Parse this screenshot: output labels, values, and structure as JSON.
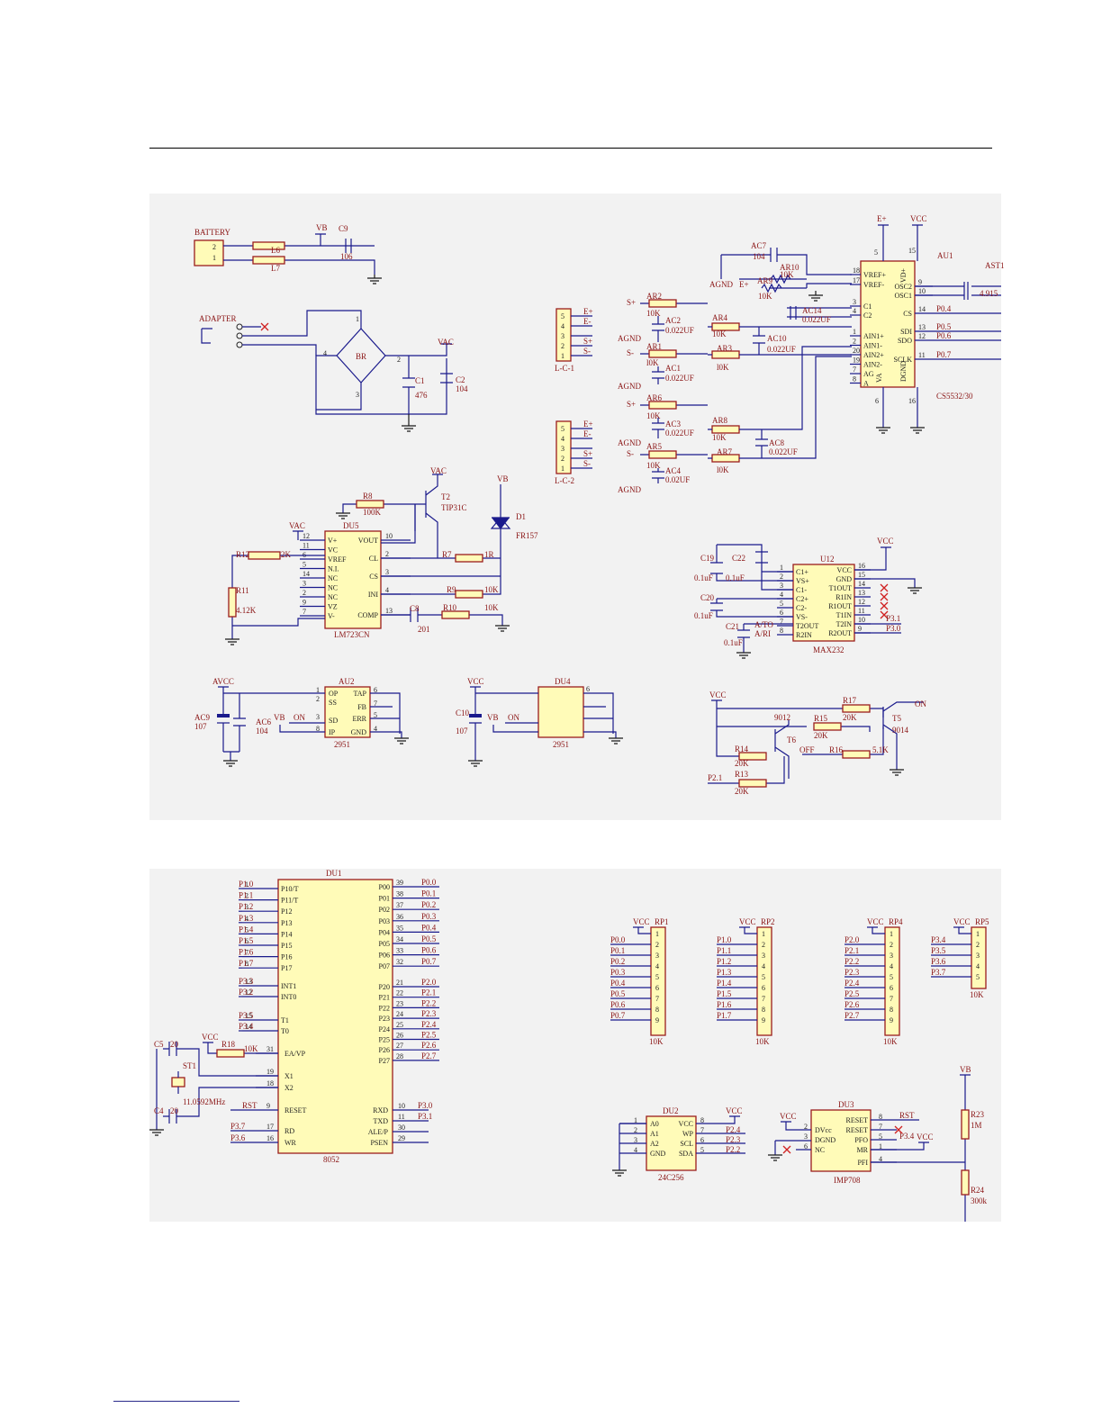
{
  "battery": {
    "ref": "BATTERY",
    "pins": [
      "2",
      "1"
    ],
    "l6": "L6",
    "l7": "L7",
    "c9": "C9",
    "c9v": "106",
    "vb": "VB"
  },
  "adapter": {
    "ref": "ADAPTER",
    "br": "BR",
    "c1": "C1",
    "c1v": "476",
    "c2": "C2",
    "c2v": "104",
    "vac": "VAC",
    "brpins": [
      "4",
      "2",
      "1",
      "3"
    ]
  },
  "au1": {
    "ref": "AU1",
    "part": "CS5532/30",
    "e": "E+",
    "vcc": "VCC",
    "left": [
      "VREF+",
      "VREF-",
      "C1",
      "C2",
      "AIN1+",
      "AIN1-",
      "AIN2+",
      "AIN2-",
      "AG",
      "A"
    ],
    "leftpins": [
      "18",
      "17",
      "3",
      "4",
      "1",
      "2",
      "20",
      "19",
      "7",
      "8"
    ],
    "right": [
      "OSC2",
      "OSC1",
      "CS",
      "SDI",
      "SDO",
      "SCLK"
    ],
    "rightpins": [
      "9",
      "10",
      "14",
      "13",
      "12",
      "11"
    ],
    "nets": [
      "P0.4",
      "P0.5",
      "P0.6",
      "P0.7"
    ],
    "top": [
      "5",
      "15"
    ],
    "bottom": [
      "6",
      "16"
    ],
    "topnames": [
      "VREF+",
      "VD+"
    ],
    "dgnd": "DGND",
    "va": "VA",
    "ast": "AST1",
    "astv": "4.915"
  },
  "ac": {
    "ac7": "AC7",
    "ac7v": "104",
    "ar10": "AR10",
    "ar10v": "10K",
    "ar9": "AR9",
    "ar9v": "10K",
    "ac14": "AC14",
    "ac14v": "0.022UF",
    "ar2": "AR2",
    "ar1": "AR1",
    "ar4": "AR4",
    "ar3": "AR3",
    "ar6": "AR6",
    "ar5": "AR5",
    "ar8": "AR8",
    "ar7": "AR7",
    "ac1": "AC1",
    "ac2": "AC2",
    "ac3": "AC3",
    "ac4": "AC4",
    "ac8": "AC8",
    "ac10": "AC10",
    "v10k": "10K",
    "vi0k": "l0K",
    "v022": "0.022UF",
    "v02": "0.02UF",
    "agnd": "AGND",
    "sp": "S+",
    "sm": "S-",
    "ep": "E+",
    "em": "E-"
  },
  "lc": {
    "lc1": "L-C-1",
    "lc2": "L-C-2",
    "pins": [
      "5",
      "4",
      "3",
      "2",
      "1"
    ]
  },
  "du5": {
    "ref": "DU5",
    "part": "LM723CN",
    "left": [
      "V+",
      "VC",
      "VREF",
      "N.I.",
      "NC",
      "NC",
      "NC",
      "VZ",
      "V-"
    ],
    "leftpins": [
      "12",
      "11",
      "6",
      "5",
      "14",
      "3",
      "2",
      "9",
      "7"
    ],
    "right": [
      "VOUT",
      "CL",
      "CS",
      "INI",
      "COMP"
    ],
    "rightpins": [
      "10",
      "2",
      "3",
      "4",
      "13"
    ],
    "r8": "R8",
    "r8v": "100K",
    "r12": "R12",
    "r12v": "2K",
    "r11": "R11",
    "r11v": "4.12K",
    "r7": "R7",
    "r7v": "1R",
    "r9": "R9",
    "r9v": "10K",
    "r10": "R10",
    "r10v": "10K",
    "c8": "C8",
    "c8v": "201",
    "t2": "T2",
    "t2v": "TIP31C",
    "d1": "D1",
    "d1v": "FR157",
    "vac": "VAC",
    "vb": "VB"
  },
  "u12": {
    "ref": "U12",
    "part": "MAX232",
    "left": [
      "C1+",
      "VS+",
      "C1-",
      "C2+",
      "C2-",
      "VS-",
      "T2OUT",
      "R2IN"
    ],
    "leftpins": [
      "1",
      "2",
      "3",
      "4",
      "5",
      "6",
      "7",
      "8"
    ],
    "right": [
      "VCC",
      "GND",
      "T1OUT",
      "R1IN",
      "R1OUT",
      "T1IN",
      "T2IN",
      "R2OUT"
    ],
    "rightpins": [
      "16",
      "15",
      "14",
      "13",
      "12",
      "11",
      "10",
      "9"
    ],
    "c19": "C19",
    "c22": "C22",
    "c20": "C20",
    "c21": "C21",
    "cv": "0.1uF",
    "ato": "A/TO",
    "ari": "A/RI",
    "p31": "P3.1",
    "p30": "P3.0",
    "vcc": "VCC"
  },
  "au2": {
    "ref": "AU2",
    "part": "2951",
    "avcc": "AVCC",
    "ac9": "AC9",
    "ac9v": "107",
    "ac6": "AC6",
    "ac6v": "104",
    "vb": "VB",
    "on": "ON",
    "left": [
      "OP",
      "SS",
      "SD",
      "IP"
    ],
    "leftpins": [
      "1",
      "2",
      "3",
      "8"
    ],
    "right": [
      "TAP",
      "FB",
      "ERR",
      "GND"
    ],
    "rightpins": [
      "6",
      "7",
      "5",
      "4"
    ]
  },
  "du4": {
    "ref": "DU4",
    "part": "2951",
    "vcc": "VCC",
    "c10": "C10",
    "c10v": "107",
    "vb": "VB",
    "on": "ON"
  },
  "sw": {
    "vcc": "VCC",
    "r17": "R17",
    "r17v": "20K",
    "on": "ON",
    "t5": "T5",
    "t5v": "9014",
    "t6": "T6",
    "t6v": "9012",
    "r15": "R15",
    "r15v": "20K",
    "r14": "R14",
    "r14v": "20K",
    "r13": "R13",
    "r13v": "20K",
    "r16": "R16",
    "r16v": "5.1K",
    "off": "OFF",
    "p21": "P2.1"
  },
  "du1": {
    "ref": "DU1",
    "part": "8052",
    "p1names": [
      "P10/T",
      "P11/T",
      "P12",
      "P13",
      "P14",
      "P15",
      "P16",
      "P17"
    ],
    "p1pins": [
      "1",
      "2",
      "3",
      "4",
      "5",
      "6",
      "7",
      "8"
    ],
    "p1nets": [
      "P1.0",
      "P1.1",
      "P1.2",
      "P1.3",
      "P1.4",
      "P1.5",
      "P1.6",
      "P1.7"
    ],
    "p3a": [
      "INT1",
      "INT0"
    ],
    "p3apins": [
      "13",
      "12"
    ],
    "p3anets": [
      "P3.3",
      "P3.2"
    ],
    "p3b": [
      "T1",
      "T0"
    ],
    "p3bpins": [
      "15",
      "14"
    ],
    "p3bnets": [
      "P3.5",
      "P3.4"
    ],
    "ea": "EA/VP",
    "eapin": "31",
    "x1": "X1",
    "x1pin": "19",
    "x2": "X2",
    "x2pin": "18",
    "reset": "RESET",
    "resetpin": "9",
    "rd": "RD",
    "rdpin": "17",
    "wr": "WR",
    "wrpin": "16",
    "p37": "P3.7",
    "p36": "P3.6",
    "rst": "RST",
    "p0names": [
      "P00",
      "P01",
      "P02",
      "P03",
      "P04",
      "P05",
      "P06",
      "P07"
    ],
    "p0pins": [
      "39",
      "38",
      "37",
      "36",
      "35",
      "34",
      "33",
      "32"
    ],
    "p0nets": [
      "P0.0",
      "P0.1",
      "P0.2",
      "P0.3",
      "P0.4",
      "P0.5",
      "P0.6",
      "P0.7"
    ],
    "p2names": [
      "P20",
      "P21",
      "P22",
      "P23",
      "P24",
      "P25",
      "P26",
      "P27"
    ],
    "p2pins": [
      "21",
      "22",
      "23",
      "24",
      "25",
      "26",
      "27",
      "28"
    ],
    "p2nets": [
      "P2.0",
      "P2.1",
      "P2.2",
      "P2.3",
      "P2.4",
      "P2.5",
      "P2.6",
      "P2.7"
    ],
    "rxd": "RXD",
    "txd": "TXD",
    "ale": "ALE/P",
    "psen": "PSEN",
    "rxdpin": "10",
    "txdpin": "11",
    "alepin": "30",
    "psenpin": "29",
    "p30": "P3.0",
    "p31": "P3.1",
    "c5": "C5",
    "c4": "C4",
    "c5pin": "20",
    "c4pin": "20",
    "st1": "ST1",
    "xtal": "11.0592MHz",
    "r18": "R18",
    "r18v": "10K",
    "vcc": "VCC"
  },
  "rp": {
    "rp1": "RP1",
    "rp2": "RP2",
    "rp3": "RP4",
    "rp5": "RP5",
    "vcc": "VCC",
    "val": "10K",
    "pins": [
      "1",
      "2",
      "3",
      "4",
      "5",
      "6",
      "7",
      "8",
      "9"
    ],
    "nets1": [
      "P0.0",
      "P0.1",
      "P0.2",
      "P0.3",
      "P0.4",
      "P0.5",
      "P0.6",
      "P0.7"
    ],
    "nets2": [
      "P1.0",
      "P1.1",
      "P1.2",
      "P1.3",
      "P1.4",
      "P1.5",
      "P1.6",
      "P1.7"
    ],
    "nets3": [
      "P2.0",
      "P2.1",
      "P2.2",
      "P2.3",
      "P2.4",
      "P2.5",
      "P2.6",
      "P2.7"
    ],
    "nets5": [
      "P3.4",
      "P3.5",
      "P3.6",
      "P3.7"
    ],
    "pins5": [
      "1",
      "2",
      "3",
      "4",
      "5"
    ]
  },
  "du2": {
    "ref": "DU2",
    "part": "24C256",
    "vcc": "VCC",
    "left": [
      "A0",
      "A1",
      "A2",
      "GND"
    ],
    "leftpins": [
      "1",
      "2",
      "3",
      "4"
    ],
    "right": [
      "VCC",
      "WP",
      "SCL",
      "SDA"
    ],
    "rightpins": [
      "8",
      "7",
      "6",
      "5"
    ],
    "nets": [
      "P2.4",
      "P2.3",
      "P2.2"
    ]
  },
  "du3": {
    "ref": "DU3",
    "part": "IMP708",
    "vcc": "VCC",
    "left": [
      "DVcc",
      "DGND",
      "NC"
    ],
    "leftpins": [
      "2",
      "3",
      "6"
    ],
    "right": [
      "RESET",
      "RESET",
      "PFO",
      "MR",
      "PFI"
    ],
    "rightpins": [
      "8",
      "7",
      "5",
      "1",
      "4"
    ],
    "rst": "RST",
    "p34": "P3.4",
    "vb": "VB",
    "r23": "R23",
    "r23v": "1M",
    "r24": "R24",
    "r24v": "300k"
  }
}
